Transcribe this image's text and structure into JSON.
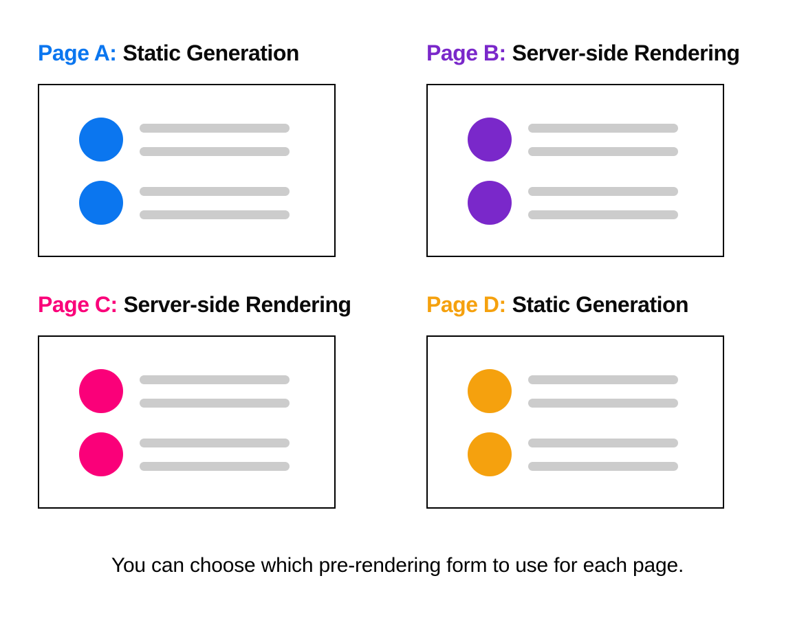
{
  "diagram": {
    "background": "#ffffff",
    "border_color": "#000000",
    "bar_color": "#cccccc",
    "caption": "You can choose which pre-rendering form to use for each page."
  },
  "panels": [
    {
      "id": "A",
      "label": "Page A:",
      "method": "Static Generation",
      "color": "#0b76ef"
    },
    {
      "id": "B",
      "label": "Page B:",
      "method": "Server-side Rendering",
      "color": "#7a28ca"
    },
    {
      "id": "C",
      "label": "Page C:",
      "method": "Server-side Rendering",
      "color": "#fa0079"
    },
    {
      "id": "D",
      "label": "Page D:",
      "method": "Static Generation",
      "color": "#f5a10e"
    }
  ],
  "panel_content": {
    "rows_per_panel": 2,
    "bars_per_row": 2
  }
}
